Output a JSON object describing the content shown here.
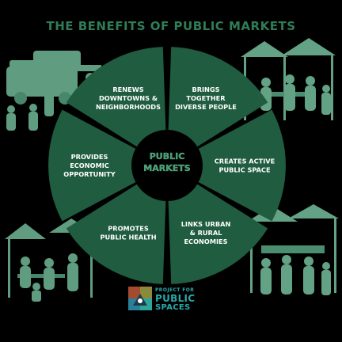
{
  "title": "THE BENEFITS OF PUBLIC MARKETS",
  "center_label": [
    "PUBLIC",
    "MARKETS"
  ],
  "segments": [
    {
      "lines": [
        "RENEWS",
        "DOWNTOWNS &",
        "NEIGHBORHOODS"
      ]
    },
    {
      "lines": [
        "BRINGS",
        "TOGETHER",
        "DIVERSE PEOPLE"
      ]
    },
    {
      "lines": [
        "CREATES ACTIVE",
        "PUBLIC SPACE"
      ]
    },
    {
      "lines": [
        "LINKS URBAN",
        "& RURAL",
        "ECONOMIES"
      ]
    },
    {
      "lines": [
        "PROMOTES",
        "PUBLIC HEALTH"
      ]
    },
    {
      "lines": [
        "PROVIDES",
        "ECONOMIC",
        "OPPORTUNITY"
      ]
    }
  ],
  "logo": {
    "line1": "PROJECT FOR",
    "line2": "PUBLIC",
    "line3": "SPACES"
  },
  "colors": {
    "segment_fill": "#1f5c40",
    "segment_text": "#ffffff",
    "center_text": "#3f9a6a",
    "title": "#2f7d58",
    "scene": "#7fd0ab",
    "logo_text": "#28a9a8"
  },
  "icons": {
    "top_left": "market-van-scene-illustration",
    "top_right": "market-tent-diners-illustration",
    "bottom_left": "outdoor-dining-scene-illustration",
    "bottom_right": "market-stall-crowd-illustration",
    "logo": "pps-logo-icon"
  }
}
